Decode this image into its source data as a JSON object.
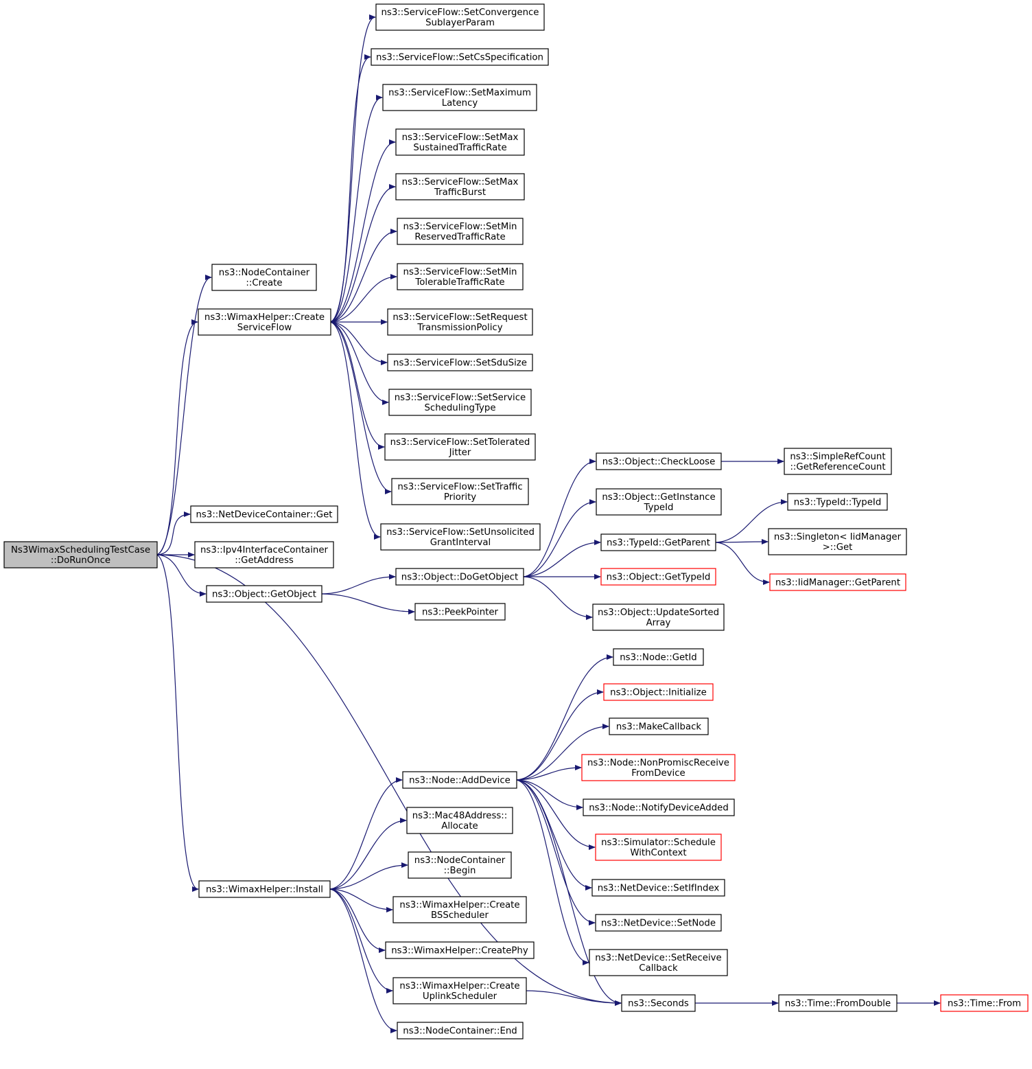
{
  "graph": {
    "title": "",
    "root": "n0",
    "colors": {
      "edge": "#191970",
      "root_fill": "#bfbfbf",
      "node_border": "#000000",
      "external_border": "#ff0000"
    },
    "nodes": [
      {
        "id": "n0",
        "lines": [
          "Ns3WimaxSchedulingTestCase",
          "::DoRunOnce"
        ],
        "style": "root"
      },
      {
        "id": "n1",
        "lines": [
          "ns3::NodeContainer",
          "::Create"
        ]
      },
      {
        "id": "n2",
        "lines": [
          "ns3::WimaxHelper::Create",
          "ServiceFlow"
        ]
      },
      {
        "id": "n3",
        "lines": [
          "ns3::NetDeviceContainer::Get"
        ]
      },
      {
        "id": "n4",
        "lines": [
          "ns3::Ipv4InterfaceContainer",
          "::GetAddress"
        ]
      },
      {
        "id": "n5",
        "lines": [
          "ns3::Object::GetObject"
        ]
      },
      {
        "id": "n6",
        "lines": [
          "ns3::WimaxHelper::Install"
        ]
      },
      {
        "id": "n7",
        "lines": [
          "ns3::ServiceFlow::SetConvergence",
          "SublayerParam"
        ]
      },
      {
        "id": "n8",
        "lines": [
          "ns3::ServiceFlow::SetCsSpecification"
        ]
      },
      {
        "id": "n9",
        "lines": [
          "ns3::ServiceFlow::SetMaximum",
          "Latency"
        ]
      },
      {
        "id": "n10",
        "lines": [
          "ns3::ServiceFlow::SetMax",
          "SustainedTrafficRate"
        ]
      },
      {
        "id": "n11",
        "lines": [
          "ns3::ServiceFlow::SetMax",
          "TrafficBurst"
        ]
      },
      {
        "id": "n12",
        "lines": [
          "ns3::ServiceFlow::SetMin",
          "ReservedTrafficRate"
        ]
      },
      {
        "id": "n13",
        "lines": [
          "ns3::ServiceFlow::SetMin",
          "TolerableTrafficRate"
        ]
      },
      {
        "id": "n14",
        "lines": [
          "ns3::ServiceFlow::SetRequest",
          "TransmissionPolicy"
        ]
      },
      {
        "id": "n15",
        "lines": [
          "ns3::ServiceFlow::SetSduSize"
        ]
      },
      {
        "id": "n16",
        "lines": [
          "ns3::ServiceFlow::SetService",
          "SchedulingType"
        ]
      },
      {
        "id": "n17",
        "lines": [
          "ns3::ServiceFlow::SetTolerated",
          "Jitter"
        ]
      },
      {
        "id": "n18",
        "lines": [
          "ns3::ServiceFlow::SetTraffic",
          "Priority"
        ]
      },
      {
        "id": "n19",
        "lines": [
          "ns3::ServiceFlow::SetUnsolicited",
          "GrantInterval"
        ]
      },
      {
        "id": "n20",
        "lines": [
          "ns3::Object::DoGetObject"
        ]
      },
      {
        "id": "n21",
        "lines": [
          "ns3::PeekPointer"
        ]
      },
      {
        "id": "n22",
        "lines": [
          "ns3::Object::CheckLoose"
        ]
      },
      {
        "id": "n23",
        "lines": [
          "ns3::Object::GetInstance",
          "TypeId"
        ]
      },
      {
        "id": "n24",
        "lines": [
          "ns3::TypeId::GetParent"
        ]
      },
      {
        "id": "n25",
        "lines": [
          "ns3::Object::GetTypeId"
        ],
        "style": "red"
      },
      {
        "id": "n26",
        "lines": [
          "ns3::Object::UpdateSorted",
          "Array"
        ]
      },
      {
        "id": "n27",
        "lines": [
          "ns3::SimpleRefCount",
          "::GetReferenceCount"
        ]
      },
      {
        "id": "n28",
        "lines": [
          "ns3::TypeId::TypeId"
        ]
      },
      {
        "id": "n29",
        "lines": [
          "ns3::Singleton< IidManager",
          ">::Get"
        ]
      },
      {
        "id": "n30",
        "lines": [
          "ns3::IidManager::GetParent"
        ],
        "style": "red"
      },
      {
        "id": "n31",
        "lines": [
          "ns3::Node::AddDevice"
        ]
      },
      {
        "id": "n32",
        "lines": [
          "ns3::Mac48Address::",
          "Allocate"
        ]
      },
      {
        "id": "n33",
        "lines": [
          "ns3::NodeContainer",
          "::Begin"
        ]
      },
      {
        "id": "n34",
        "lines": [
          "ns3::WimaxHelper::Create",
          "BSScheduler"
        ]
      },
      {
        "id": "n35",
        "lines": [
          "ns3::WimaxHelper::CreatePhy"
        ]
      },
      {
        "id": "n36",
        "lines": [
          "ns3::WimaxHelper::Create",
          "UplinkScheduler"
        ]
      },
      {
        "id": "n37",
        "lines": [
          "ns3::NodeContainer::End"
        ]
      },
      {
        "id": "n38",
        "lines": [
          "ns3::Node::GetId"
        ]
      },
      {
        "id": "n39",
        "lines": [
          "ns3::Object::Initialize"
        ],
        "style": "red"
      },
      {
        "id": "n40",
        "lines": [
          "ns3::MakeCallback"
        ]
      },
      {
        "id": "n41",
        "lines": [
          "ns3::Node::NonPromiscReceive",
          "FromDevice"
        ],
        "style": "red"
      },
      {
        "id": "n42",
        "lines": [
          "ns3::Node::NotifyDeviceAdded"
        ]
      },
      {
        "id": "n43",
        "lines": [
          "ns3::Simulator::Schedule",
          "WithContext"
        ],
        "style": "red"
      },
      {
        "id": "n44",
        "lines": [
          "ns3::NetDevice::SetIfIndex"
        ]
      },
      {
        "id": "n45",
        "lines": [
          "ns3::NetDevice::SetNode"
        ]
      },
      {
        "id": "n46",
        "lines": [
          "ns3::NetDevice::SetReceive",
          "Callback"
        ]
      },
      {
        "id": "n47",
        "lines": [
          "ns3::Seconds"
        ]
      },
      {
        "id": "n48",
        "lines": [
          "ns3::Time::FromDouble"
        ]
      },
      {
        "id": "n49",
        "lines": [
          "ns3::Time::From"
        ],
        "style": "red"
      }
    ],
    "edges": [
      [
        "n0",
        "n1"
      ],
      [
        "n0",
        "n2"
      ],
      [
        "n0",
        "n3"
      ],
      [
        "n0",
        "n4"
      ],
      [
        "n0",
        "n5"
      ],
      [
        "n0",
        "n6"
      ],
      [
        "n0",
        "n47"
      ],
      [
        "n2",
        "n7"
      ],
      [
        "n2",
        "n8"
      ],
      [
        "n2",
        "n9"
      ],
      [
        "n2",
        "n10"
      ],
      [
        "n2",
        "n11"
      ],
      [
        "n2",
        "n12"
      ],
      [
        "n2",
        "n13"
      ],
      [
        "n2",
        "n14"
      ],
      [
        "n2",
        "n15"
      ],
      [
        "n2",
        "n16"
      ],
      [
        "n2",
        "n17"
      ],
      [
        "n2",
        "n18"
      ],
      [
        "n2",
        "n19"
      ],
      [
        "n5",
        "n20"
      ],
      [
        "n5",
        "n21"
      ],
      [
        "n20",
        "n22"
      ],
      [
        "n20",
        "n23"
      ],
      [
        "n20",
        "n24"
      ],
      [
        "n20",
        "n25"
      ],
      [
        "n20",
        "n26"
      ],
      [
        "n22",
        "n27"
      ],
      [
        "n24",
        "n28"
      ],
      [
        "n24",
        "n29"
      ],
      [
        "n24",
        "n30"
      ],
      [
        "n6",
        "n31"
      ],
      [
        "n6",
        "n32"
      ],
      [
        "n6",
        "n33"
      ],
      [
        "n6",
        "n34"
      ],
      [
        "n6",
        "n35"
      ],
      [
        "n6",
        "n36"
      ],
      [
        "n6",
        "n37"
      ],
      [
        "n31",
        "n38"
      ],
      [
        "n31",
        "n39"
      ],
      [
        "n31",
        "n40"
      ],
      [
        "n31",
        "n41"
      ],
      [
        "n31",
        "n42"
      ],
      [
        "n31",
        "n43"
      ],
      [
        "n31",
        "n44"
      ],
      [
        "n31",
        "n45"
      ],
      [
        "n31",
        "n46"
      ],
      [
        "n31",
        "n47"
      ],
      [
        "n36",
        "n47"
      ],
      [
        "n47",
        "n48"
      ],
      [
        "n48",
        "n49"
      ]
    ]
  }
}
